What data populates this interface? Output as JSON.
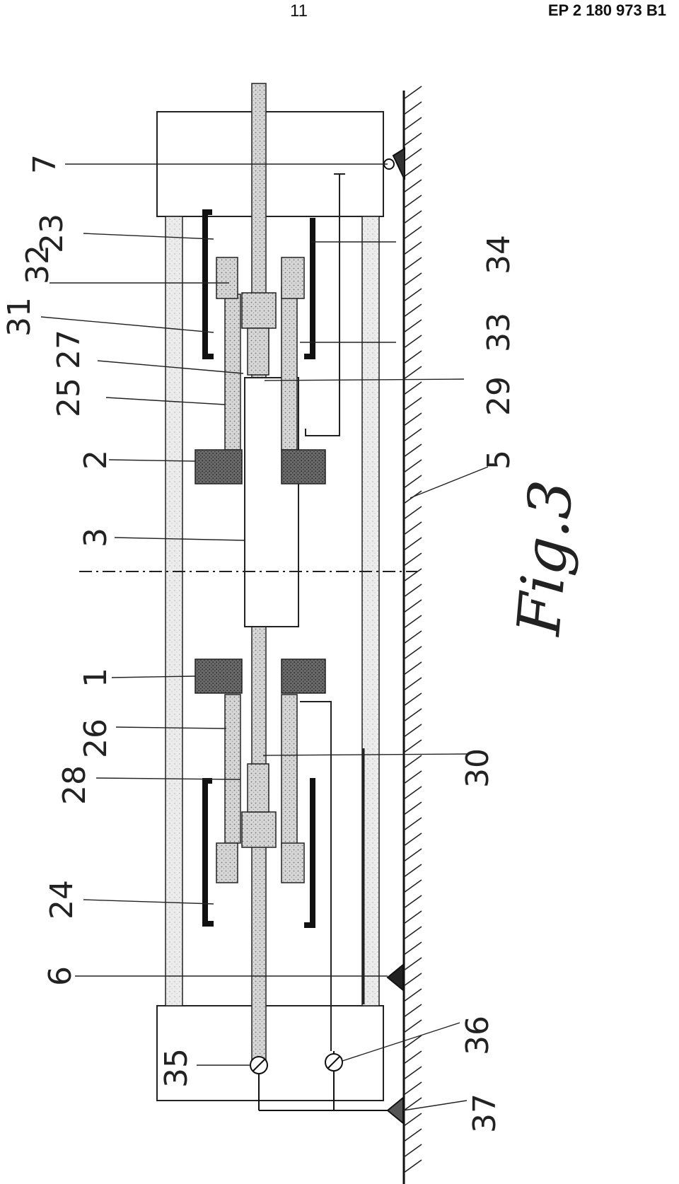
{
  "header": {
    "page_number": "11",
    "publication_number": "EP 2 180 973 B1"
  },
  "figure": {
    "caption": "Fig.3",
    "labels": [
      "7",
      "23",
      "31",
      "32",
      "34",
      "25",
      "27",
      "33",
      "29",
      "2",
      "5",
      "3",
      "1",
      "26",
      "30",
      "28",
      "24",
      "6",
      "35",
      "36",
      "37"
    ]
  }
}
